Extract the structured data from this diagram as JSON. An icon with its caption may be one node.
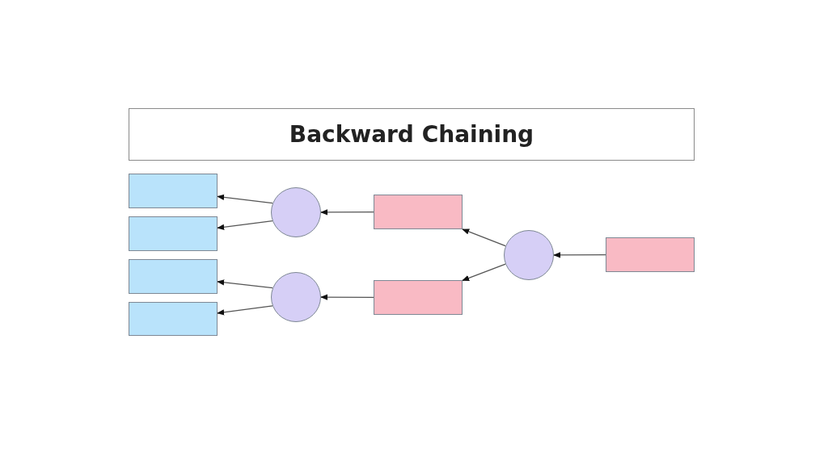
{
  "diagram": {
    "title": "Backward Chaining",
    "nodes": [
      {
        "text": [],
        "shape": "box"
      },
      {
        "text": [],
        "shape": "box"
      },
      {
        "text": [],
        "shape": "box"
      },
      {
        "text": [],
        "shape": "box"
      },
      {
        "text": [],
        "shape": "circle"
      },
      {
        "text": [],
        "shape": "circle"
      },
      {
        "text": [],
        "shape": "box"
      },
      {
        "text": [],
        "shape": "box"
      },
      {
        "text": [],
        "shape": "circle"
      },
      {
        "text": [],
        "shape": "box"
      }
    ],
    "edges": [
      {
        "from": 6,
        "to": 4,
        "arrow": "to"
      },
      {
        "from": 7,
        "to": 5,
        "arrow": "to"
      },
      {
        "from": 8,
        "to": 6,
        "arrow": "to"
      },
      {
        "from": 8,
        "to": 7,
        "arrow": "to"
      },
      {
        "from": 9,
        "to": 8,
        "arrow": "to"
      },
      {
        "from": 4,
        "to": 0,
        "arrow": "to"
      },
      {
        "from": 4,
        "to": 1,
        "arrow": "to"
      },
      {
        "from": 5,
        "to": 2,
        "arrow": "to"
      },
      {
        "from": 5,
        "to": 3,
        "arrow": "to"
      }
    ]
  }
}
